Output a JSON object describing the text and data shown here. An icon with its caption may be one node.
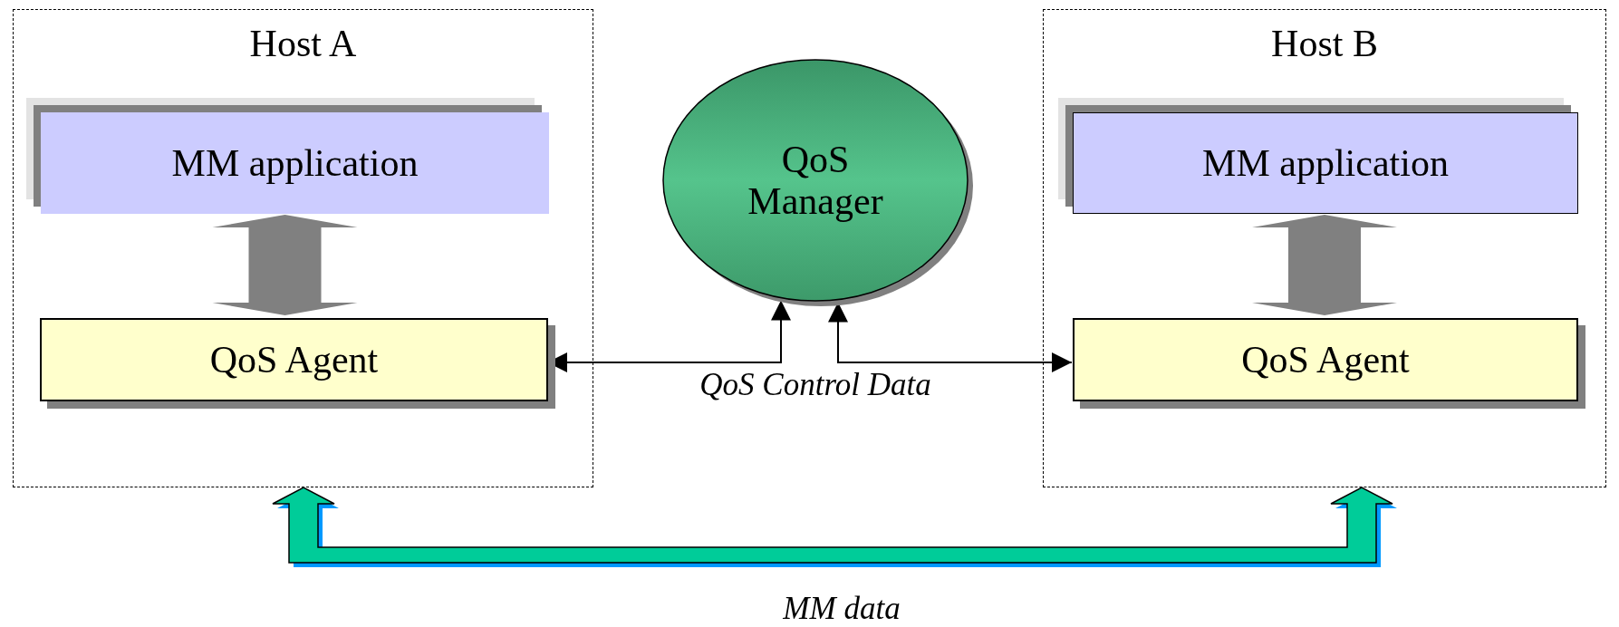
{
  "diagram": {
    "nodes": [
      {
        "text": [
          "Host A"
        ]
      },
      {
        "text": [
          "MM application"
        ],
        "in": 0
      },
      {
        "text": [
          "QoS Agent"
        ],
        "in": 0
      },
      {
        "text": [
          "QoS Manager"
        ]
      },
      {
        "text": [
          "Host B"
        ]
      },
      {
        "text": [
          "MM application"
        ],
        "in": 4
      },
      {
        "text": [
          "QoS Agent"
        ],
        "in": 4
      }
    ],
    "edges": [
      {
        "from": 2,
        "to": 3,
        "arrow": "both"
      },
      {
        "from": 3,
        "to": 6,
        "arrow": "both"
      },
      {
        "from": 1,
        "to": 2,
        "arrow": "both",
        "style": "thick",
        "color": "#808080"
      },
      {
        "from": 5,
        "to": 6,
        "arrow": "both",
        "style": "thick",
        "color": "#808080"
      },
      {
        "from": 0,
        "to": 4,
        "arrow": "both",
        "style": "thick",
        "color": "#00cc99"
      }
    ],
    "labels": [
      "QoS Control Data",
      "MM data"
    ]
  }
}
